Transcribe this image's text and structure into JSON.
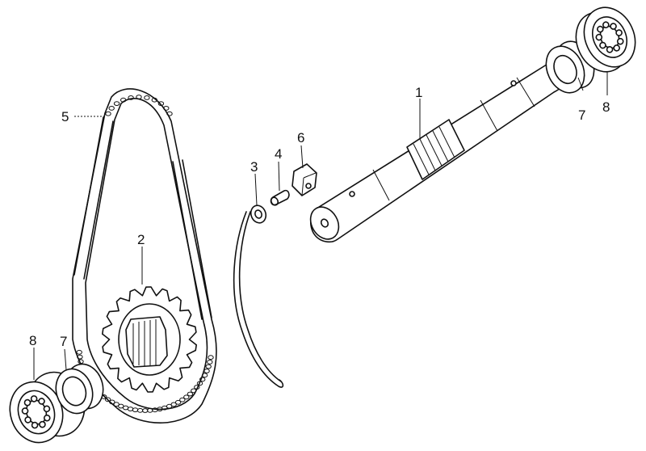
{
  "diagram": {
    "parts": [
      {
        "id": "shaft",
        "callout": "1"
      },
      {
        "id": "sprocket",
        "callout": "2"
      },
      {
        "id": "spring-clip",
        "callout": "3"
      },
      {
        "id": "pin",
        "callout": "4"
      },
      {
        "id": "block",
        "callout": "6"
      },
      {
        "id": "chain",
        "callout": "5"
      },
      {
        "id": "seal-right",
        "callout": "7"
      },
      {
        "id": "bearing-right",
        "callout": "8"
      },
      {
        "id": "seal-left",
        "callout": "7"
      },
      {
        "id": "bearing-left",
        "callout": "8"
      }
    ]
  },
  "colors": {
    "ink": "#111111",
    "paper": "#ffffff"
  }
}
